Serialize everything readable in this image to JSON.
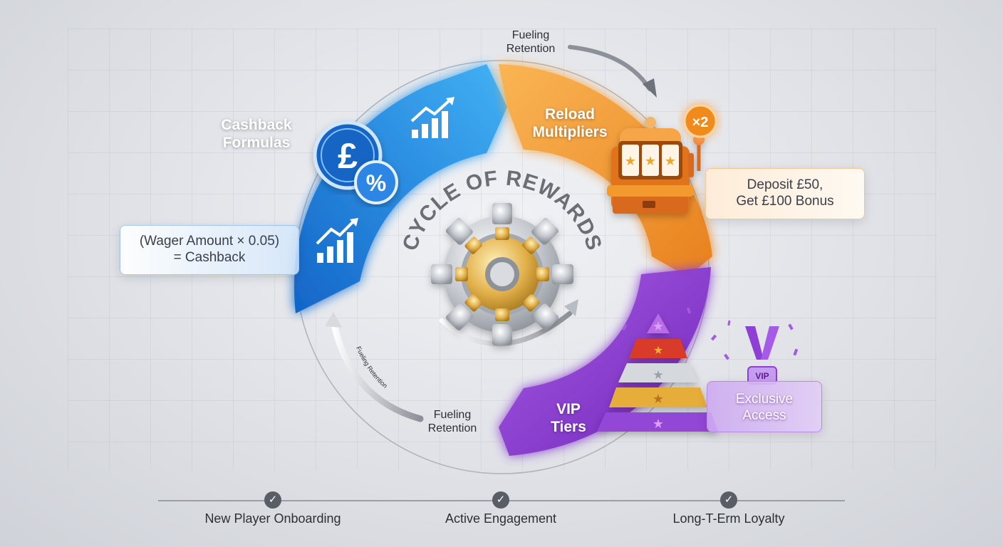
{
  "center": {
    "title": "CYCLE OF REWARDS"
  },
  "segments": {
    "cashback": {
      "title_line1": "Cashback",
      "title_line2": "Formulas",
      "formula_line1": "(Wager Amount × 0.05)",
      "formula_line2": "= Cashback",
      "color": "#1e7fe0"
    },
    "reload": {
      "title_line1": "Reload",
      "title_line2": "Multipliers",
      "badge": "×2",
      "offer_line1": "Deposit £50,",
      "offer_line2": "Get £100 Bonus",
      "color": "#f29a2e"
    },
    "vip": {
      "title_line1": "VIP",
      "title_line2": "Tiers",
      "medal_label": "VIP",
      "access_line1": "Exclusive",
      "access_line2": "Access",
      "color": "#8a3fd0"
    }
  },
  "connectors": {
    "top_line1": "Fueling",
    "top_line2": "Retention",
    "bottom_line1": "Fueling",
    "bottom_line2": "Retention",
    "curve_small": "Fueling Retention"
  },
  "icons": {
    "pound": "£",
    "percent": "%",
    "chart_icon": "bar-chart-up-icon",
    "gear_icon": "gear-icon",
    "slot_icon": "slot-machine-icon",
    "pyramid_icon": "tier-pyramid-icon",
    "medal_icon": "vip-medal-icon"
  },
  "timeline": {
    "stages": [
      {
        "label": "New Player Onboarding"
      },
      {
        "label": "Active Engagement"
      },
      {
        "label": "Long-T-Erm Loyalty"
      }
    ],
    "check_icon": "✓"
  }
}
